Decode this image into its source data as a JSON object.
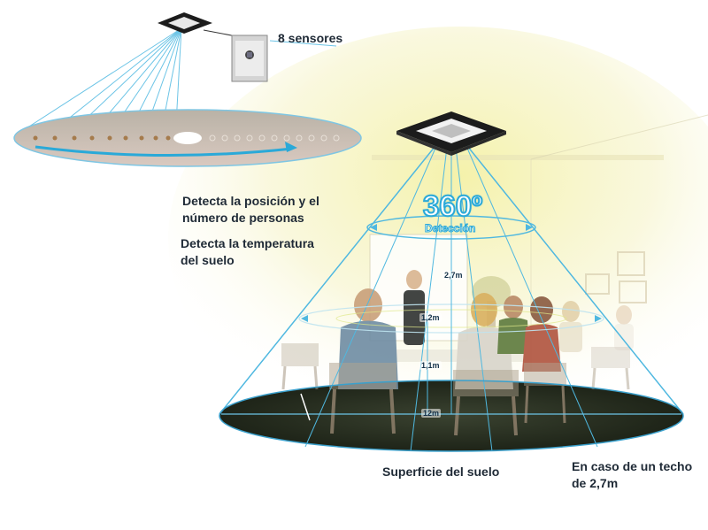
{
  "labels": {
    "sensors": "8 sensores",
    "detect_position_l1": "Detecta la posición y el",
    "detect_position_l2": "número de personas",
    "detect_temp_l1": "Detecta la temperatura",
    "detect_temp_l2": "del suelo",
    "angle": "360º",
    "detection": "Detección",
    "floor_surface": "Superficie del suelo",
    "ceiling_note_l1": "En caso de un techo",
    "ceiling_note_l2": "de 2,7m"
  },
  "dimensions": {
    "height_27": "2,7m",
    "height_12": "1,2m",
    "height_11": "1,1m",
    "width_12": "12m"
  },
  "colors": {
    "beam_blue": "#4fb8e0",
    "floor_dark": "#2a3220",
    "glow_yellow": "#f2ee9a",
    "text_dark": "#1f2a36"
  },
  "icons": [
    "ceiling-cassette-icon",
    "sensor-unit-icon",
    "rotation-arrow-icon"
  ]
}
